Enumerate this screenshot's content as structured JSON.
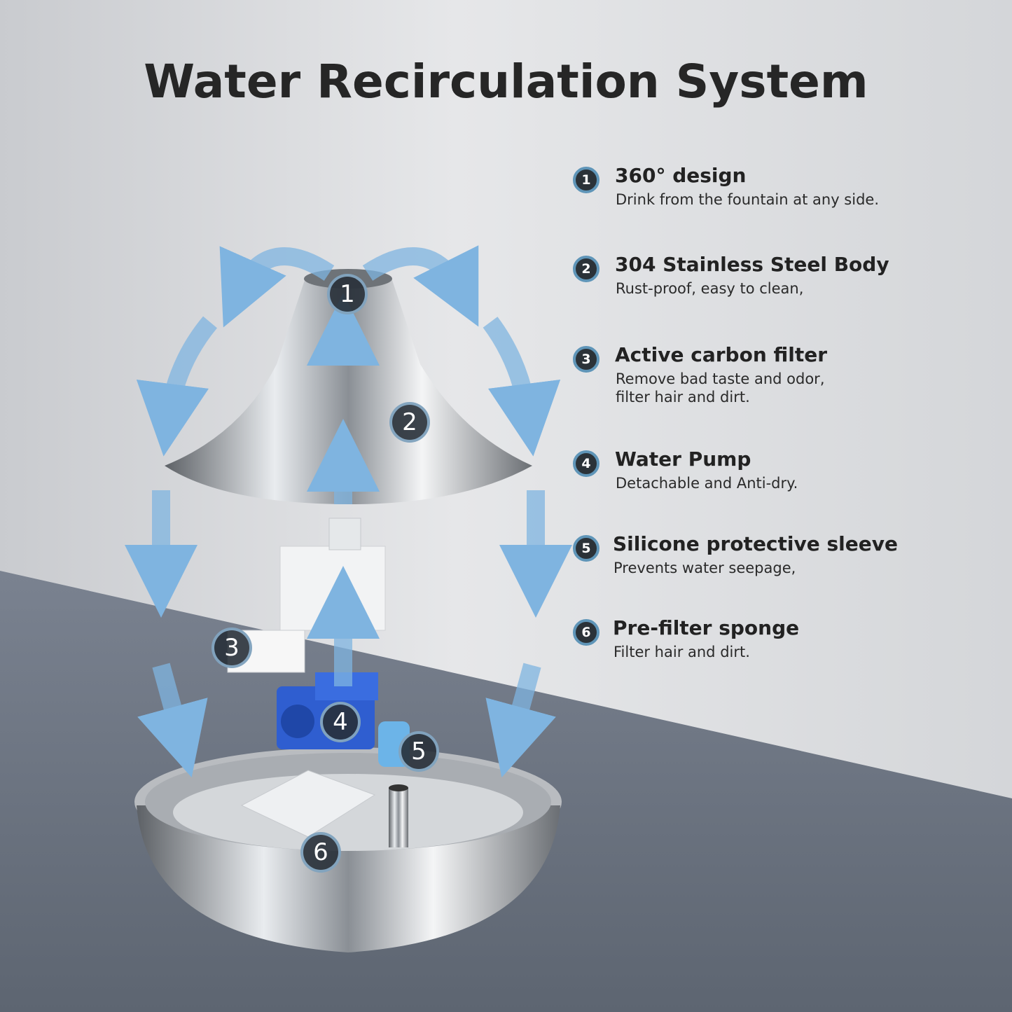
{
  "title": "Water Recirculation System",
  "features": [
    {
      "number": "1",
      "heading": "360° design",
      "description": "Drink from the fountain at any side."
    },
    {
      "number": "2",
      "heading": "304 Stainless Steel Body",
      "description": "Rust-proof, easy to clean,"
    },
    {
      "number": "3",
      "heading": "Active carbon filter",
      "description": "Remove bad taste and odor,\nfilter hair and dirt."
    },
    {
      "number": "4",
      "heading": "Water Pump",
      "description": "Detachable and Anti-dry."
    },
    {
      "number": "5",
      "heading": "Silicone protective sleeve",
      "description": "Prevents water seepage,"
    },
    {
      "number": "6",
      "heading": "Pre-filter sponge",
      "description": "Filter hair and dirt."
    }
  ],
  "callouts": [
    "1",
    "2",
    "3",
    "4",
    "5",
    "6"
  ],
  "colors": {
    "arrow": "#7fb4e0",
    "floor": "#6d7580",
    "badge_ring": "#5f95b8",
    "pump": "#2f5ed0"
  }
}
